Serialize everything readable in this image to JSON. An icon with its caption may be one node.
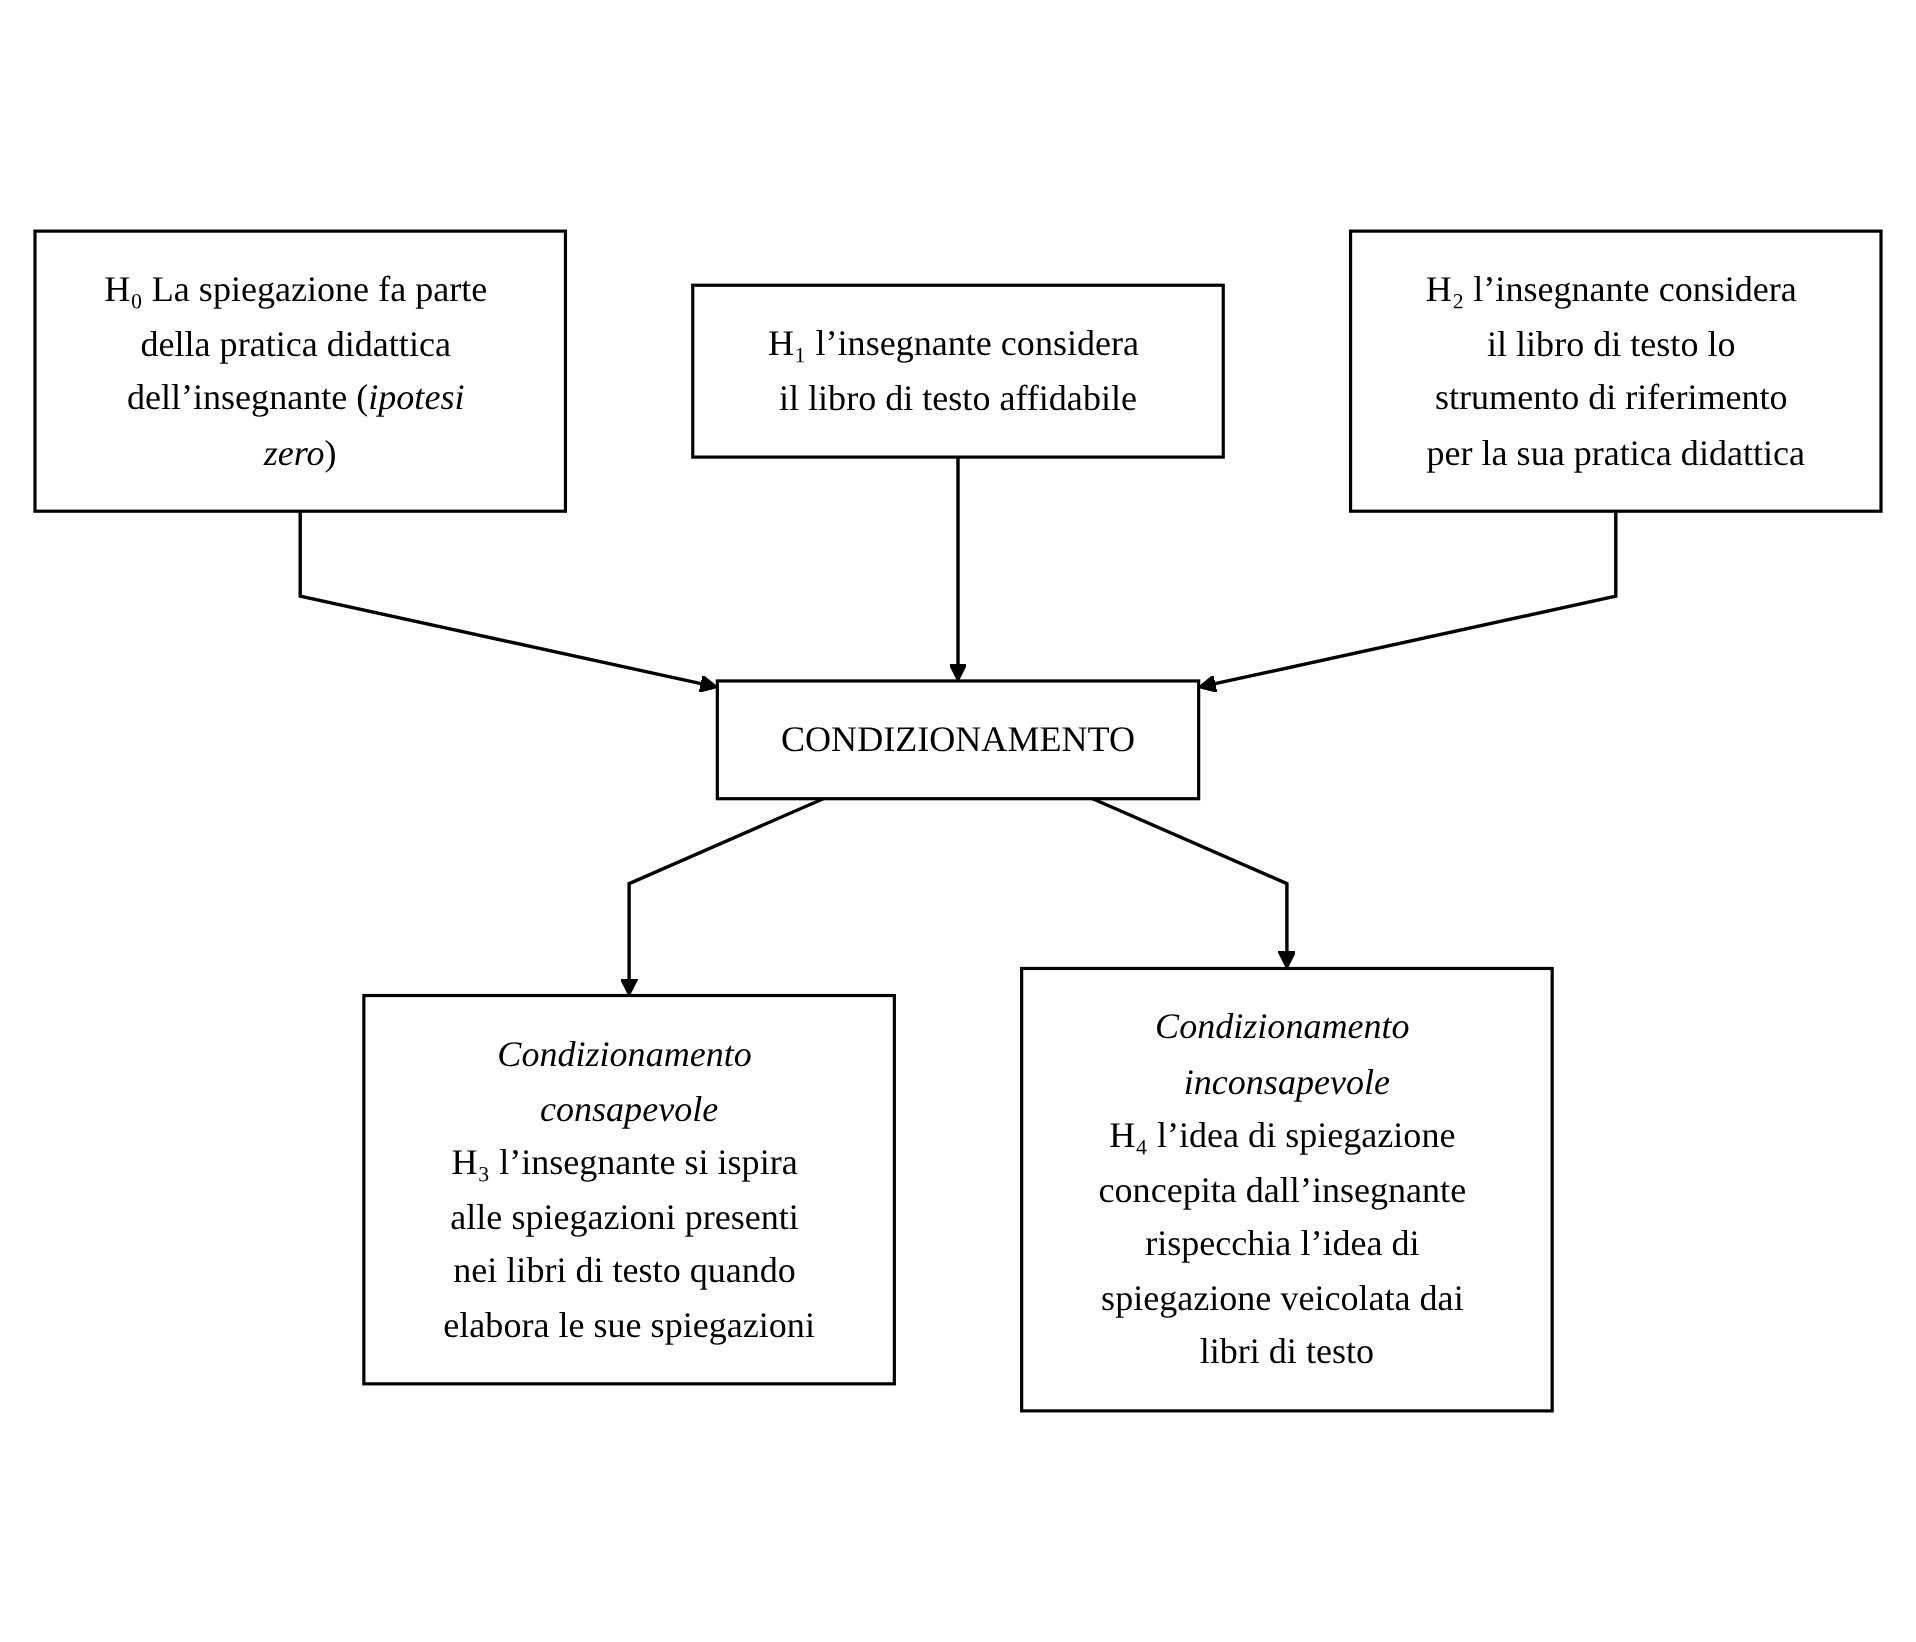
{
  "diagram": {
    "nodes": [
      {
        "text": [
          "H₀ La spiegazione fa parte della pratica didattica dell’insegnante (*ipotesi zero*)"
        ]
      },
      {
        "text": [
          "H₁ l’insegnante considera il libro di testo affidabile"
        ]
      },
      {
        "text": [
          "H₂ l’insegnante considera il libro di testo lo strumento di riferimento per la sua pratica didattica"
        ]
      },
      {
        "text": [
          "CONDIZIONAMENTO"
        ]
      },
      {
        "text": [
          "Condizionamento consapevole",
          "H₃ l’insegnante si ispira alle spiegazioni presenti nei libri di testo quando elabora le sue spiegazioni"
        ]
      },
      {
        "text": [
          "Condizionamento inconsapevole",
          "H₄ l’idea di spiegazione concepita dall’insegnante rispecchia l’idea di spiegazione veicolata dai libri di testo"
        ]
      }
    ],
    "edges": [
      {
        "from": 0,
        "to": 3,
        "arrow": "to"
      },
      {
        "from": 1,
        "to": 3,
        "arrow": "to"
      },
      {
        "from": 2,
        "to": 3,
        "arrow": "to"
      },
      {
        "from": 3,
        "to": 4,
        "arrow": "to"
      },
      {
        "from": 3,
        "to": 5,
        "arrow": "to"
      }
    ]
  }
}
